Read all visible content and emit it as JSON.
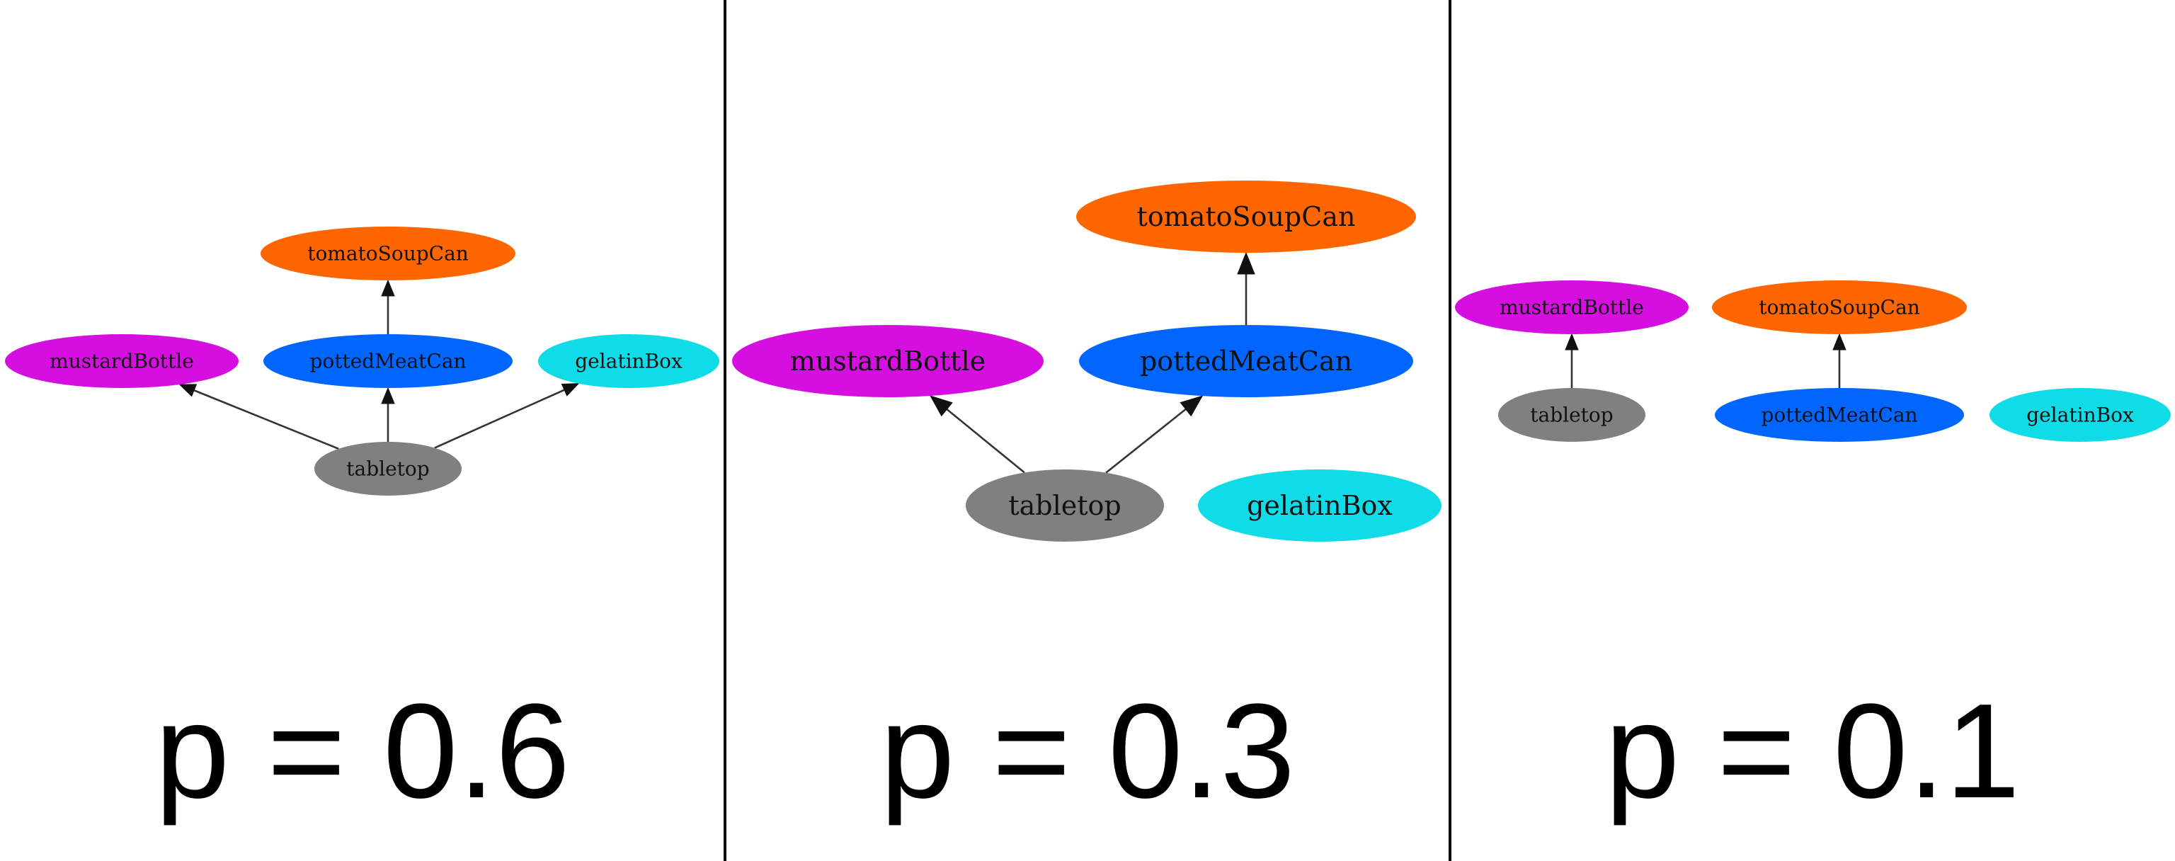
{
  "panels": [
    {
      "caption": "p = 0.6",
      "nodes": {
        "tomatoSoupCan": "tomatoSoupCan",
        "mustardBottle": "mustardBottle",
        "pottedMeatCan": "pottedMeatCan",
        "gelatinBox": "gelatinBox",
        "tabletop": "tabletop"
      },
      "edges": [
        {
          "from": "tabletop",
          "to": "mustardBottle"
        },
        {
          "from": "tabletop",
          "to": "pottedMeatCan"
        },
        {
          "from": "tabletop",
          "to": "gelatinBox"
        },
        {
          "from": "pottedMeatCan",
          "to": "tomatoSoupCan"
        }
      ]
    },
    {
      "caption": "p = 0.3",
      "nodes": {
        "tomatoSoupCan": "tomatoSoupCan",
        "mustardBottle": "mustardBottle",
        "pottedMeatCan": "pottedMeatCan",
        "tabletop": "tabletop",
        "gelatinBox": "gelatinBox"
      },
      "edges": [
        {
          "from": "tabletop",
          "to": "mustardBottle"
        },
        {
          "from": "tabletop",
          "to": "pottedMeatCan"
        },
        {
          "from": "pottedMeatCan",
          "to": "tomatoSoupCan"
        }
      ]
    },
    {
      "caption": "p = 0.1",
      "nodes": {
        "mustardBottle": "mustardBottle",
        "tomatoSoupCan": "tomatoSoupCan",
        "tabletop": "tabletop",
        "pottedMeatCan": "pottedMeatCan",
        "gelatinBox": "gelatinBox"
      },
      "edges": [
        {
          "from": "tabletop",
          "to": "mustardBottle"
        },
        {
          "from": "pottedMeatCan",
          "to": "tomatoSoupCan"
        }
      ]
    }
  ],
  "colors": {
    "tomatoSoupCan": "#ff6600",
    "mustardBottle": "#d40fe0",
    "pottedMeatCan": "#0066ff",
    "gelatinBox": "#0fdce6",
    "tabletop": "#808080"
  }
}
